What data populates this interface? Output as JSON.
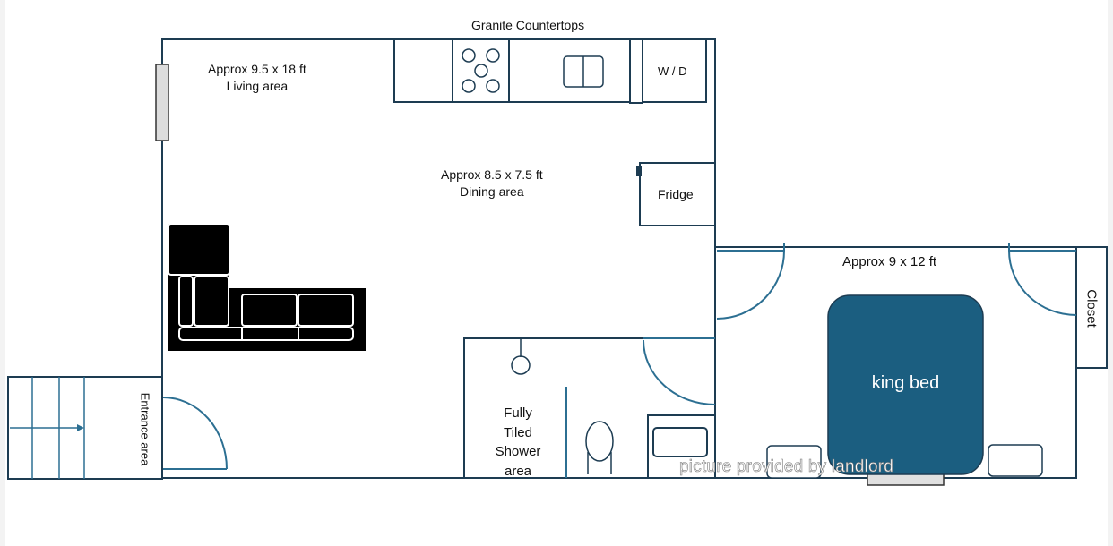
{
  "colors": {
    "wall": "#1d3c52",
    "door": "#2c6f92",
    "bed": "#1b5e80",
    "furniture": "#000000"
  },
  "labels": {
    "countertops": "Granite Countertops",
    "living_size": "Approx 9.5 x 18 ft",
    "living_name": "Living area",
    "dining_size": "Approx 8.5 x 7.5 ft",
    "dining_name": "Dining area",
    "washer_dryer": "W / D",
    "fridge": "Fridge",
    "bedroom_size": "Approx 9 x 12 ft",
    "closet": "Closet",
    "bed": "king bed",
    "entrance": "Entrance area",
    "shower": [
      "Fully",
      "Tiled",
      "Shower",
      "area"
    ],
    "watermark": "picture provided by landlord"
  }
}
